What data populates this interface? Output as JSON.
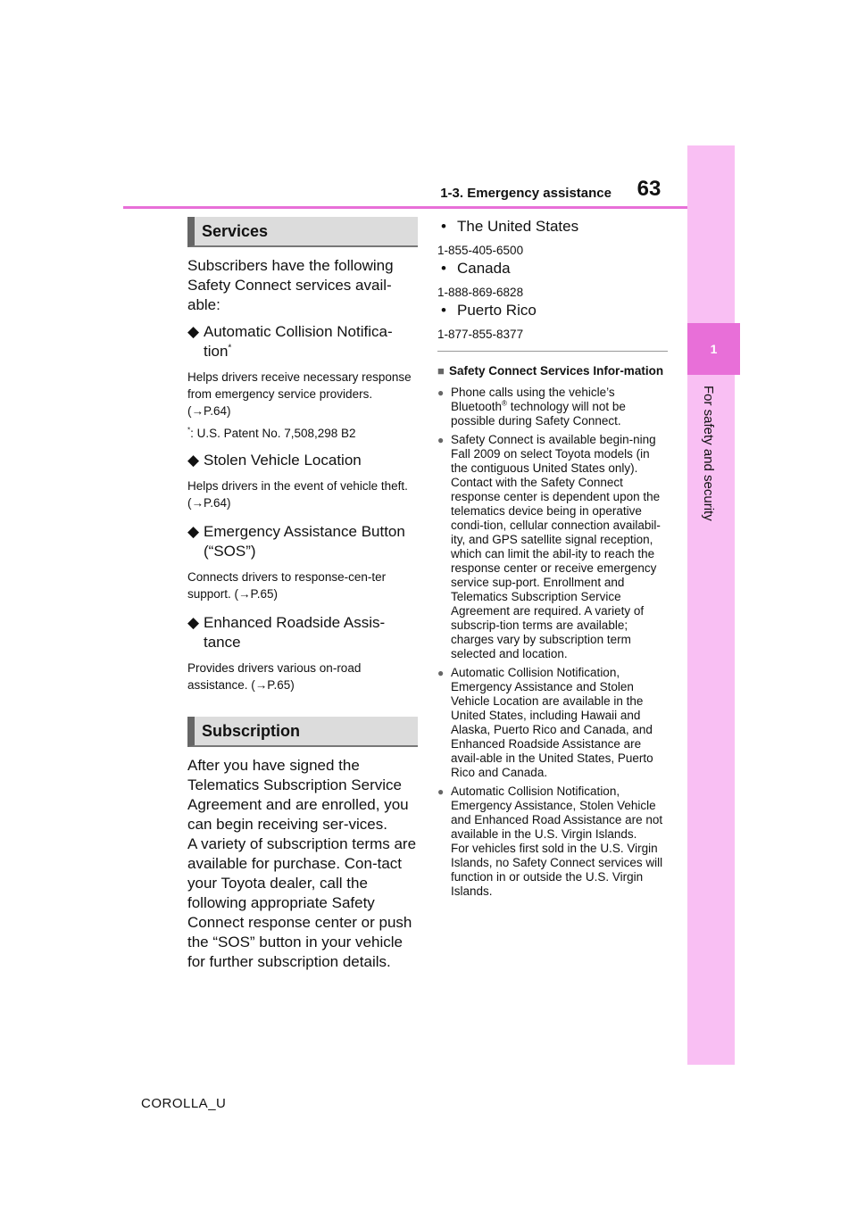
{
  "header": {
    "section_title": "1-3. Emergency assistance",
    "page_number": "63",
    "side_tab_number": "1",
    "side_tab_label": "For safety and security"
  },
  "footer": {
    "text": "COROLLA_U"
  },
  "left": {
    "services_heading": "Services",
    "intro": "Subscribers have the following Safety Connect services avail-able:",
    "items": [
      {
        "title": "Automatic Collision Notifica-tion",
        "sup": "*",
        "desc": "Helps drivers receive necessary response from emergency service providers. (→P.64)"
      },
      {
        "title": "Stolen Vehicle Location",
        "desc": "Helps drivers in the event of vehicle theft. (→P.64)"
      },
      {
        "title": "Emergency Assistance Button (“SOS”)",
        "desc": "Connects drivers to response-cen-ter support. (→P.65)"
      },
      {
        "title": "Enhanced Roadside Assis-tance",
        "desc": "Provides drivers various on-road assistance. (→P.65)"
      }
    ],
    "footnote_mark": "*",
    "footnote": ": U.S. Patent No. 7,508,298 B2",
    "subscription_heading": "Subscription",
    "subscription_p1": "After you have signed the Telematics Subscription Service Agreement and are enrolled, you can begin receiving ser-vices.",
    "subscription_p2": "A variety of subscription terms are available for purchase. Con-tact your Toyota dealer, call the following appropriate Safety Connect response center or push the “SOS” button in your vehicle for further subscription details."
  },
  "right": {
    "regions": [
      {
        "name": "The United States",
        "phone": "1-855-405-6500"
      },
      {
        "name": "Canada",
        "phone": "1-888-869-6828"
      },
      {
        "name": "Puerto Rico",
        "phone": "1-877-855-8377"
      }
    ],
    "info_heading": "Safety Connect Services Infor-mation",
    "info_points": [
      {
        "pre": "Phone calls using the vehicle’s Bluetooth",
        "sup": "®",
        "post": " technology will not be possible during Safety Connect."
      },
      {
        "pre": "Safety Connect is available begin-ning Fall 2009 on select Toyota models (in the contiguous United States only). Contact with the Safety Connect response center is dependent upon the telematics device being in operative condi-tion, cellular connection availabil-ity, and GPS satellite signal reception, which can limit the abil-ity to reach the response center or receive emergency service sup-port. Enrollment and Telematics Subscription Service Agreement are required. A variety of subscrip-tion terms are available; charges vary by subscription term selected and location.",
        "sup": "",
        "post": ""
      },
      {
        "pre": "Automatic Collision Notification, Emergency Assistance and Stolen Vehicle Location are available in the United States, including Hawaii and Alaska, Puerto Rico and Canada, and Enhanced Roadside Assistance are avail-able in the United States, Puerto Rico and Canada.",
        "sup": "",
        "post": ""
      },
      {
        "pre": "Automatic Collision Notification, Emergency Assistance, Stolen Vehicle and Enhanced Road Assistance are not available in the U.S. Virgin Islands.",
        "sup": "",
        "post": "",
        "extra": "For vehicles first sold in the U.S. Virgin Islands, no Safety Connect services will function in or outside the U.S. Virgin Islands."
      }
    ]
  }
}
